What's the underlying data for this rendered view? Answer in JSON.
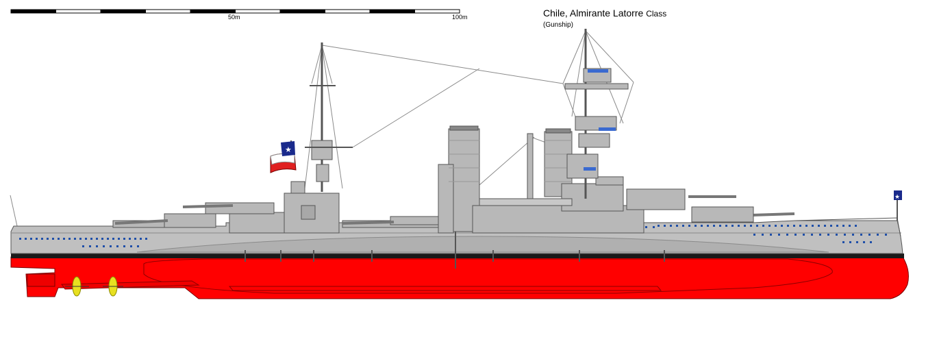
{
  "drawing": {
    "title_main": "Chile, Almirante Latorre",
    "title_class": "Class",
    "subtitle": "(Gunship)"
  },
  "scale_bar": {
    "label_mid": "50m",
    "label_end": "100m",
    "segments": 10,
    "color_dark": "#000000",
    "color_light": "#ffffff"
  },
  "colors": {
    "hull_upper": "#c0c0c0",
    "hull_lower": "#ff0000",
    "boot_topping": "#1a1a1a",
    "superstructure": "#b8b8b8",
    "outline": "#555555",
    "porthole": "#1f4fa8",
    "propeller": "#e8e020",
    "flag_blue": "#1a2a8c",
    "flag_red": "#e02020",
    "flag_white": "#ffffff"
  },
  "icons": [
    "chilean-flag-icon",
    "jack-flag-icon",
    "propeller-icon"
  ]
}
